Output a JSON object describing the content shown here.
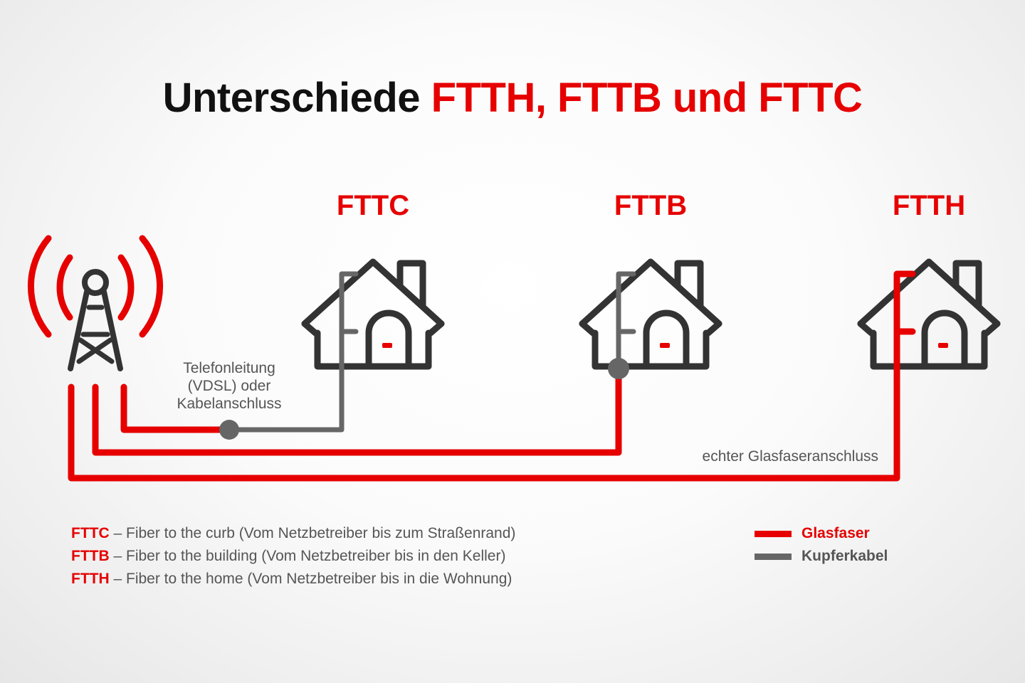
{
  "title": {
    "prefix": "Unterschiede ",
    "highlight": "FTTH, FTTB und FTTC"
  },
  "houses": [
    {
      "label": "FTTC"
    },
    {
      "label": "FTTB"
    },
    {
      "label": "FTTH"
    }
  ],
  "annotations": {
    "copper_line": [
      "Telefonleitung",
      "(VDSL) oder",
      "Kabelanschluss"
    ],
    "fiber_line": "echter Glasfaseranschluss"
  },
  "definitions": [
    {
      "code": "FTTC",
      "text": " – Fiber to the curb (Vom Netzbetreiber bis zum Straßenrand)"
    },
    {
      "code": "FTTB",
      "text": " – Fiber to the building (Vom Netzbetreiber bis in den Keller)"
    },
    {
      "code": "FTTH",
      "text": " – Fiber to the home (Vom Netzbetreiber bis in die Wohnung)"
    }
  ],
  "key": [
    {
      "label": "Glasfaser",
      "color": "#e60000"
    },
    {
      "label": "Kupferkabel",
      "color": "#666666"
    }
  ],
  "colors": {
    "fiber": "#e60000",
    "copper": "#666666",
    "outline": "#333333"
  }
}
